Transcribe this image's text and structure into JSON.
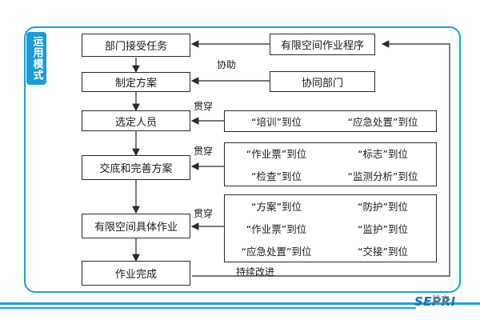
{
  "side_tab": "运用模式",
  "flow": {
    "steps": [
      "部门接受任务",
      "制定方案",
      "选定人员",
      "交底和完善方案",
      "有限空间具体作业",
      "作业完成"
    ],
    "sources": {
      "procedure": "有限空间作业程序",
      "cooperating_dept": "协同部门"
    },
    "labels": {
      "assist": "协助",
      "through_1": "贯穿",
      "through_2": "贯穿",
      "through_3": "贯穿",
      "continuous": "持续改进"
    },
    "group_training": [
      "“培训”到位",
      "“应急处置”到位"
    ],
    "group_briefing": [
      "“作业票”到位",
      "“标志”到位",
      "“检查”到位",
      "“监测分析”到位"
    ],
    "group_operation": [
      "“方案”到位",
      "“防护”到位",
      "“作业票”到位",
      "“监护”到位",
      "“应急处置”到位",
      "“交接”到位"
    ]
  },
  "footer": {
    "logo": "SEPRI",
    "watermark": "管安"
  },
  "colors": {
    "accent": "#1aa3d9",
    "tab": "#1a9bd6",
    "line": "#2b2b2b"
  }
}
